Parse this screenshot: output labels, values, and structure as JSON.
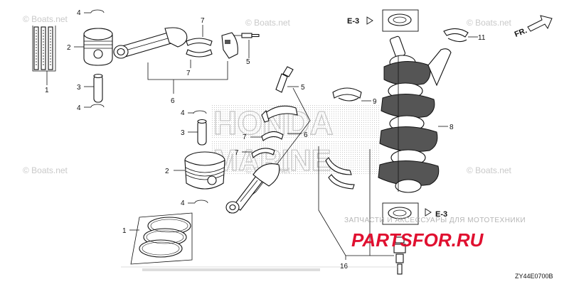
{
  "parts_labels": {
    "p1a": "1",
    "p1b": "1",
    "p2a": "2",
    "p2b": "2",
    "p3a": "3",
    "p3b": "3",
    "p4a": "4",
    "p4b": "4",
    "p4c": "4",
    "p4d": "4",
    "p5a": "5",
    "p5b": "5",
    "p6a": "6",
    "p6b": "6",
    "p7a": "7",
    "p7b": "7",
    "p7c": "7",
    "p7d": "7",
    "p8": "8",
    "p9": "9",
    "p11": "11",
    "p16": "16"
  },
  "refs": {
    "e3_top": "E-3",
    "e3_bottom": "E-3",
    "front": "FR."
  },
  "watermarks": {
    "boats1": "© Boats.net",
    "boats2": "© Boats.net",
    "boats3": "© Boats.net",
    "boats4": "© Boats.net",
    "boats5": "© Boats.net",
    "boats6": "© Boats.net",
    "honda_line1": "HONDA",
    "honda_line2": "MARINE"
  },
  "stamp": {
    "subtitle": "ЗАПЧАСТИ И АКСЕССУАРЫ ДЛЯ МОТОТЕХНИКИ",
    "brand": "PARTSFOR.RU"
  },
  "diagram_code": "ZY44E0700B",
  "colors": {
    "stamp_red": "#e01030",
    "watermark": "#c9c9c9",
    "line": "#111111"
  }
}
